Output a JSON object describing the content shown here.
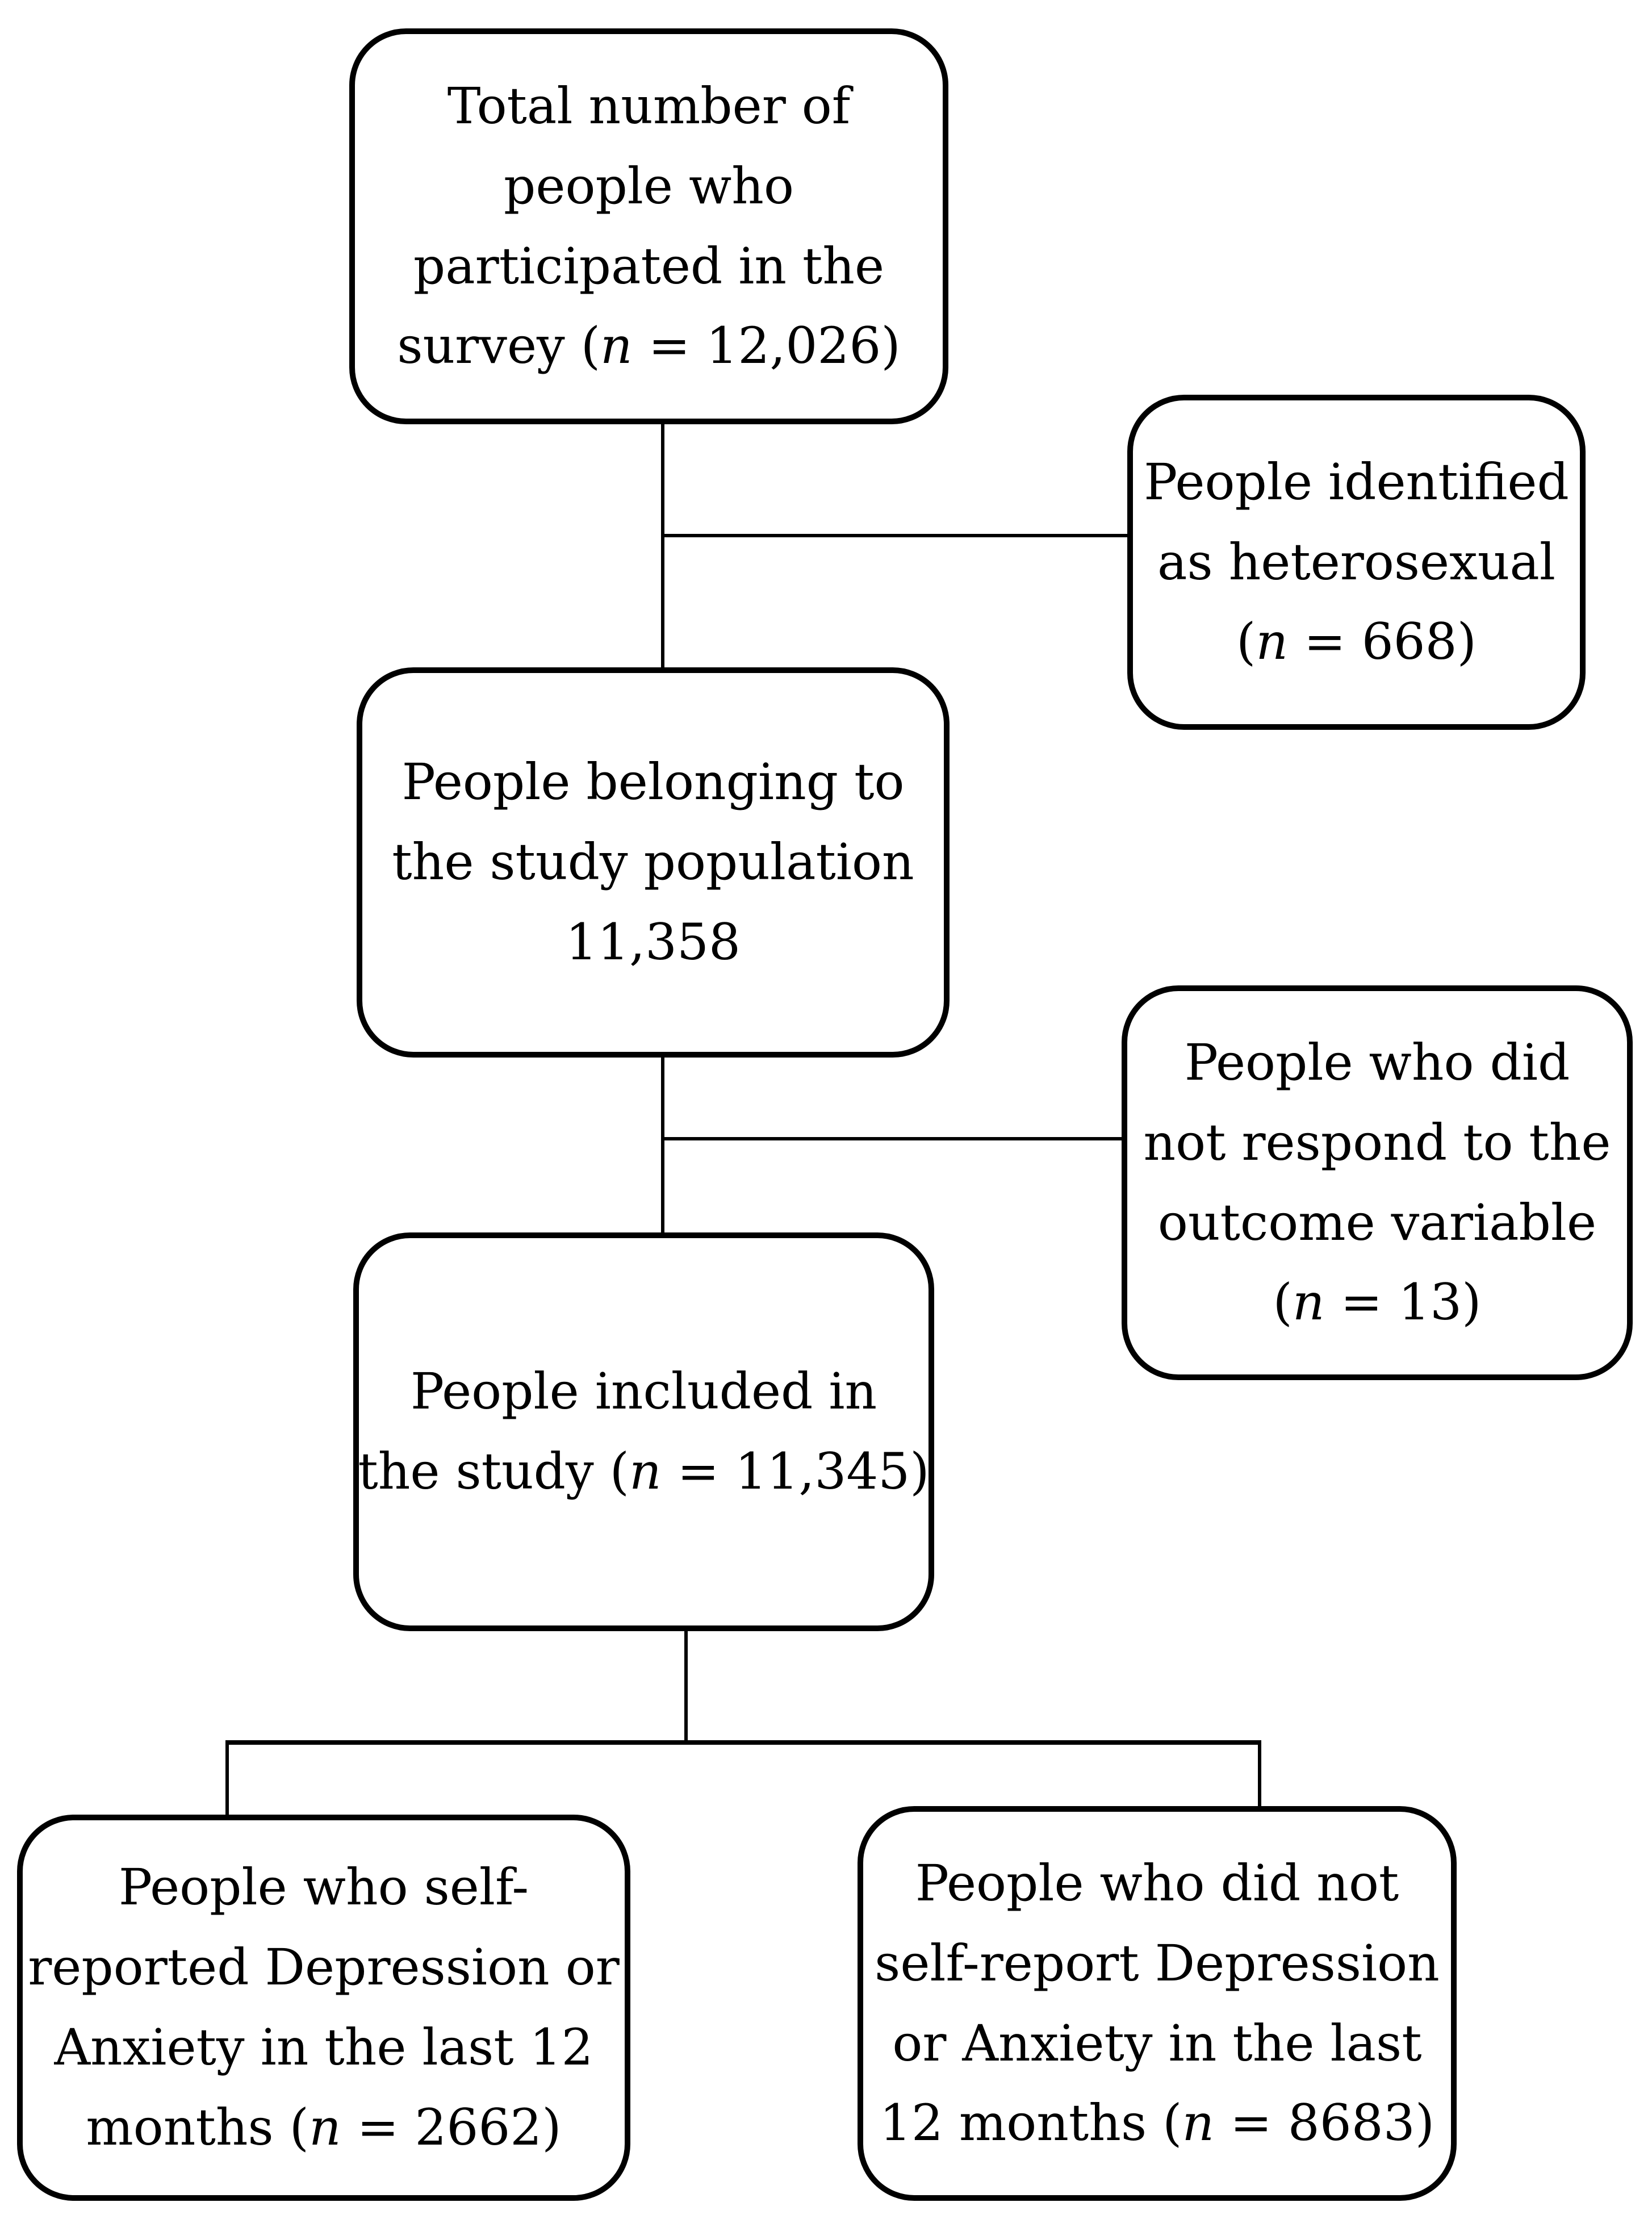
{
  "canvas": {
    "background_color": "#ffffff",
    "stroke_color": "#000000",
    "text_color": "#000000"
  },
  "boxes": {
    "total_survey": {
      "lines": [
        "Total number of",
        "people who",
        "participated in the",
        "survey (n = 12,026)"
      ]
    },
    "heterosexual": {
      "lines": [
        "People identified",
        "as heterosexual",
        "(n = 668)"
      ]
    },
    "study_population": {
      "lines": [
        "People belonging to",
        "the study population",
        "11,358"
      ]
    },
    "no_outcome_response": {
      "lines": [
        "People who did",
        "not respond to the",
        "outcome variable",
        "(n = 13)"
      ]
    },
    "included_study": {
      "lines": [
        "People included in",
        "the study (n = 11,345)"
      ]
    },
    "self_reported": {
      "lines": [
        "People who self-",
        "reported Depression or",
        "Anxiety in the last 12",
        "months (n = 2662)"
      ]
    },
    "no_self_reported": {
      "lines": [
        "People who did not",
        "self-report Depression",
        "or Anxiety in the last",
        "12 months (n = 8683)"
      ]
    }
  },
  "edges": [
    {
      "from": "total_survey",
      "to": "heterosexual",
      "type": "exclusion-branch"
    },
    {
      "from": "total_survey",
      "to": "study_population",
      "type": "main-flow"
    },
    {
      "from": "study_population",
      "to": "no_outcome_response",
      "type": "exclusion-branch"
    },
    {
      "from": "study_population",
      "to": "included_study",
      "type": "main-flow"
    },
    {
      "from": "included_study",
      "to": "self_reported",
      "type": "split"
    },
    {
      "from": "included_study",
      "to": "no_self_reported",
      "type": "split"
    }
  ]
}
